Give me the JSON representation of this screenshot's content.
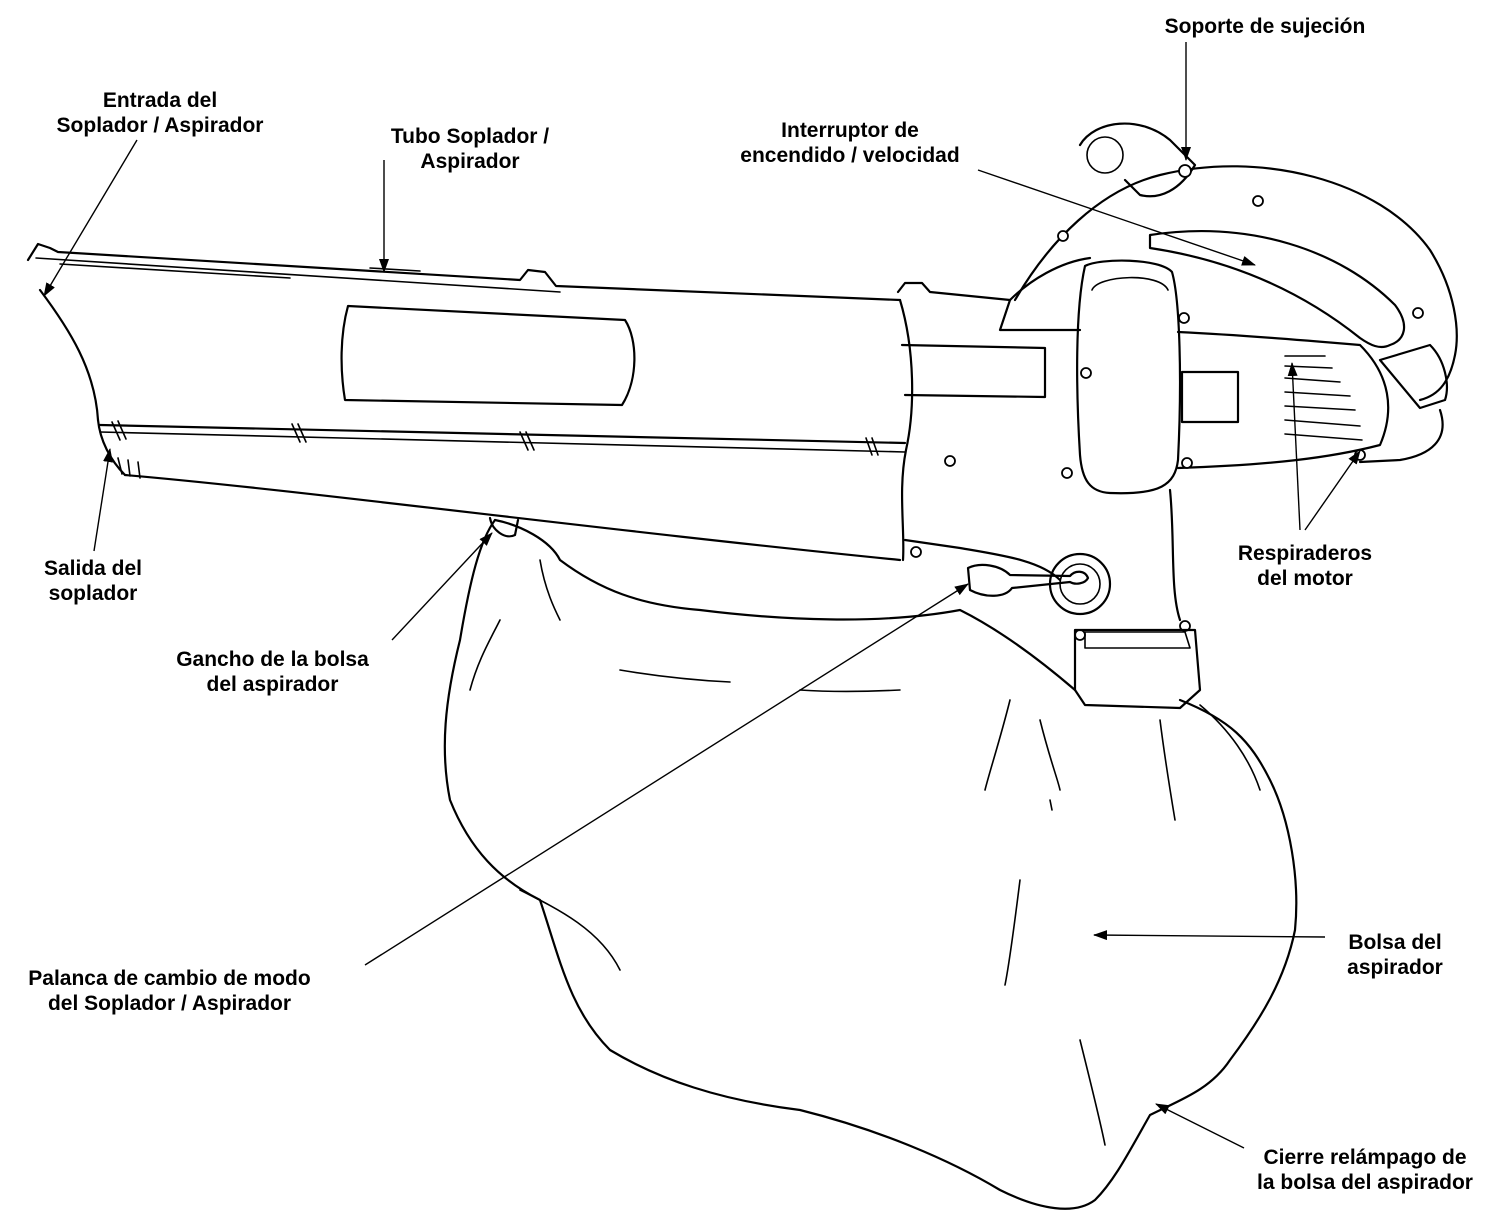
{
  "labels": {
    "soporte": [
      "Soporte de sujeción"
    ],
    "entrada": [
      "Entrada del",
      "Soplador / Aspirador"
    ],
    "tubo": [
      "Tubo Soplador /",
      "Aspirador"
    ],
    "interruptor": [
      "Interruptor de",
      "encendido / velocidad"
    ],
    "respiraderos": [
      "Respiraderos",
      "del motor"
    ],
    "salida": [
      "Salida del",
      "soplador"
    ],
    "gancho": [
      "Gancho de la bolsa",
      "del aspirador"
    ],
    "palanca": [
      "Palanca de cambio de modo",
      "del Soplador / Aspirador"
    ],
    "bolsa": [
      "Bolsa del",
      "aspirador"
    ],
    "cierre": [
      "Cierre relámpago de",
      "la bolsa del aspirador"
    ]
  },
  "colors": {
    "ink": "#000000",
    "background": "#ffffff"
  }
}
